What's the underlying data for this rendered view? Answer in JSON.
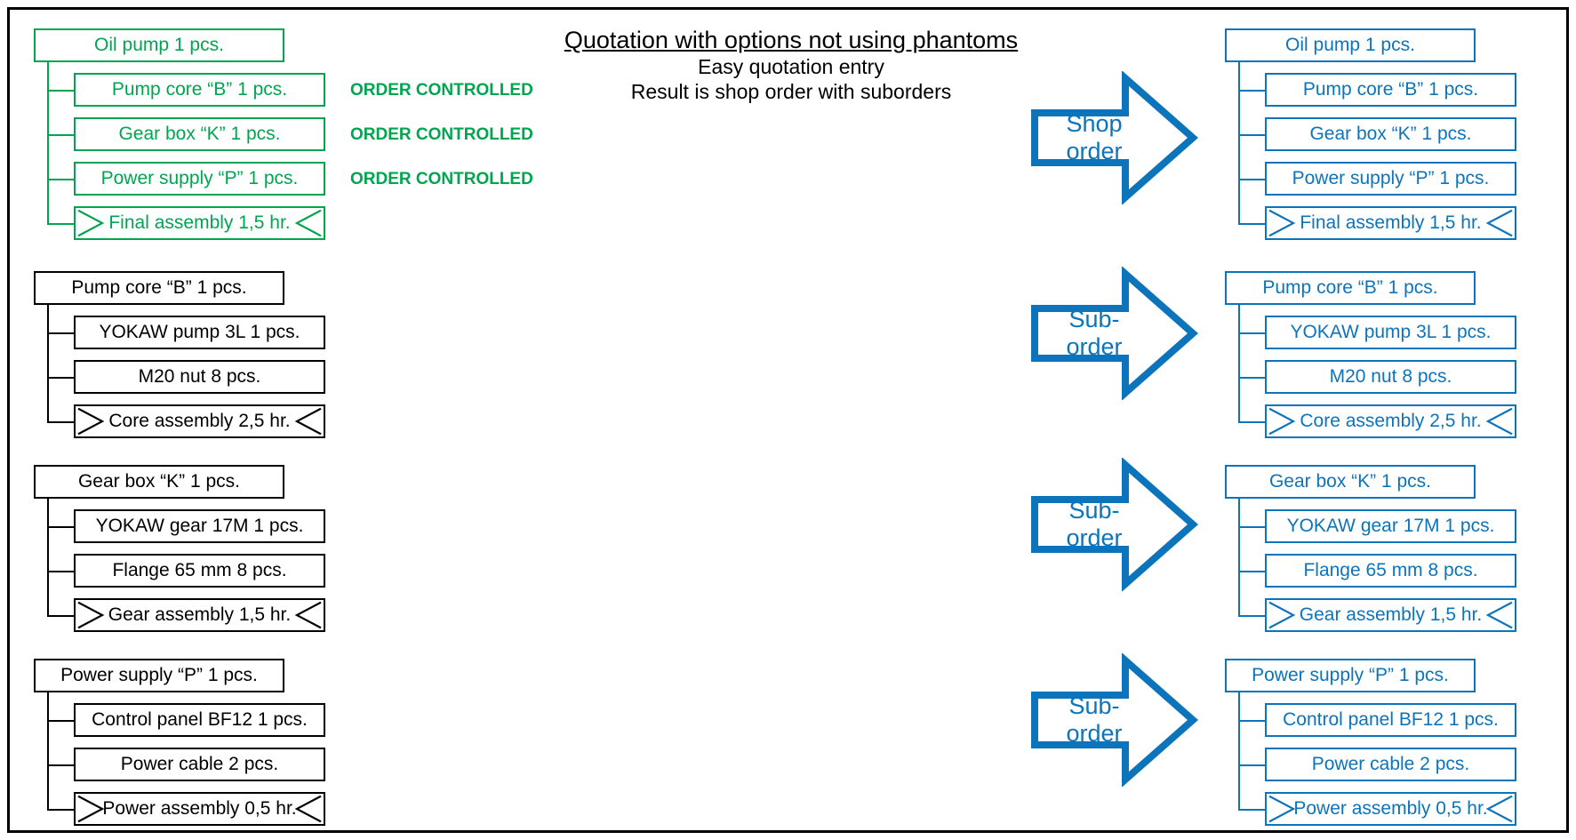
{
  "colors": {
    "black": "#000000",
    "green": "#00A550",
    "blue": "#0C74BB",
    "background": "#FFFFFF"
  },
  "title": {
    "heading": "Quotation with options not using phantoms",
    "line2": "Easy quotation entry",
    "line3": "Result is shop order with suborders"
  },
  "order_controlled_label": "ORDER CONTROLLED",
  "arrows": [
    {
      "line1": "Shop",
      "line2": "order"
    },
    {
      "line1": "Sub-",
      "line2": "order"
    },
    {
      "line1": "Sub-",
      "line2": "order"
    },
    {
      "line1": "Sub-",
      "line2": "order"
    }
  ],
  "left_groups": [
    {
      "color": "green",
      "parent": "Oil pump 1 pcs.",
      "children": [
        {
          "label": "Pump core “B” 1 pcs.",
          "type": "item",
          "tag": "ORDER CONTROLLED"
        },
        {
          "label": "Gear box “K” 1 pcs.",
          "type": "item",
          "tag": "ORDER CONTROLLED"
        },
        {
          "label": "Power supply “P” 1 pcs.",
          "type": "item",
          "tag": "ORDER CONTROLLED"
        },
        {
          "label": "Final assembly 1,5 hr.",
          "type": "operation",
          "tag": ""
        }
      ]
    },
    {
      "color": "black",
      "parent": "Pump core “B” 1 pcs.",
      "children": [
        {
          "label": "YOKAW pump 3L 1 pcs.",
          "type": "item",
          "tag": ""
        },
        {
          "label": "M20 nut 8 pcs.",
          "type": "item",
          "tag": ""
        },
        {
          "label": "Core assembly 2,5 hr.",
          "type": "operation",
          "tag": ""
        }
      ]
    },
    {
      "color": "black",
      "parent": "Gear box “K” 1 pcs.",
      "children": [
        {
          "label": "YOKAW gear 17M 1 pcs.",
          "type": "item",
          "tag": ""
        },
        {
          "label": "Flange 65 mm 8 pcs.",
          "type": "item",
          "tag": ""
        },
        {
          "label": "Gear assembly 1,5 hr.",
          "type": "operation",
          "tag": ""
        }
      ]
    },
    {
      "color": "black",
      "parent": "Power supply “P” 1 pcs.",
      "children": [
        {
          "label": "Control panel BF12 1 pcs.",
          "type": "item",
          "tag": ""
        },
        {
          "label": "Power cable 2 pcs.",
          "type": "item",
          "tag": ""
        },
        {
          "label": "Power assembly 0,5 hr.",
          "type": "operation",
          "tag": ""
        }
      ]
    }
  ],
  "right_groups": [
    {
      "color": "blue",
      "parent": "Oil pump 1 pcs.",
      "children": [
        {
          "label": "Pump core “B” 1 pcs.",
          "type": "item"
        },
        {
          "label": "Gear box “K” 1 pcs.",
          "type": "item"
        },
        {
          "label": "Power supply “P” 1 pcs.",
          "type": "item"
        },
        {
          "label": "Final assembly 1,5 hr.",
          "type": "operation"
        }
      ]
    },
    {
      "color": "blue",
      "parent": "Pump core “B” 1 pcs.",
      "children": [
        {
          "label": "YOKAW pump 3L 1 pcs.",
          "type": "item"
        },
        {
          "label": "M20 nut 8 pcs.",
          "type": "item"
        },
        {
          "label": "Core assembly 2,5 hr.",
          "type": "operation"
        }
      ]
    },
    {
      "color": "blue",
      "parent": "Gear box “K” 1 pcs.",
      "children": [
        {
          "label": "YOKAW gear 17M 1 pcs.",
          "type": "item"
        },
        {
          "label": "Flange 65 mm 8 pcs.",
          "type": "item"
        },
        {
          "label": "Gear assembly 1,5 hr.",
          "type": "operation"
        }
      ]
    },
    {
      "color": "blue",
      "parent": "Power supply “P” 1 pcs.",
      "children": [
        {
          "label": "Control panel BF12 1 pcs.",
          "type": "item"
        },
        {
          "label": "Power cable 2 pcs.",
          "type": "item"
        },
        {
          "label": "Power assembly 0,5 hr.",
          "type": "operation"
        }
      ]
    }
  ]
}
